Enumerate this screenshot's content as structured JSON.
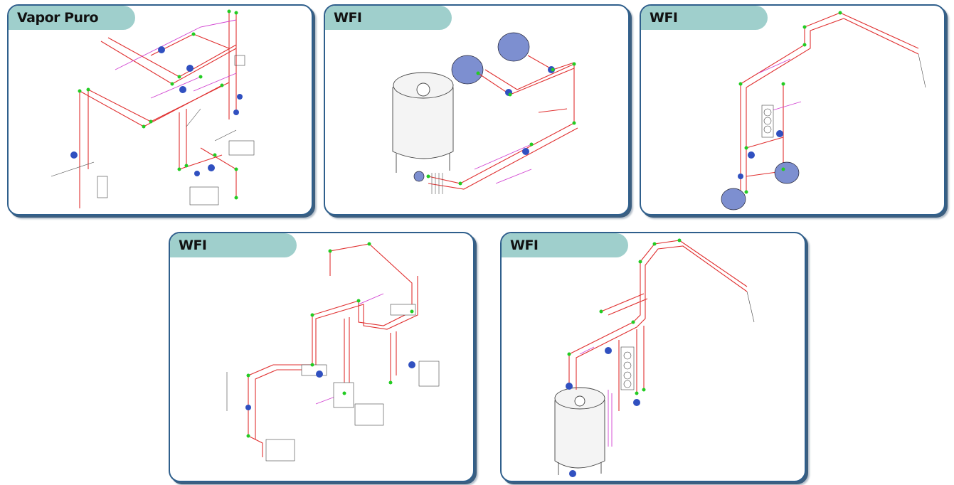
{
  "panels": [
    {
      "title": "Vapor Puro"
    },
    {
      "title": "WFI"
    },
    {
      "title": "WFI"
    },
    {
      "title": "WFI"
    },
    {
      "title": "WFI"
    }
  ],
  "colors": {
    "border": "#2f5f8c",
    "tab": "#9fcfcc",
    "pipe_red": "#e03030",
    "pipe_pink": "#d040d0",
    "node_green": "#22cc22",
    "valve_blue": "#3050c0"
  }
}
